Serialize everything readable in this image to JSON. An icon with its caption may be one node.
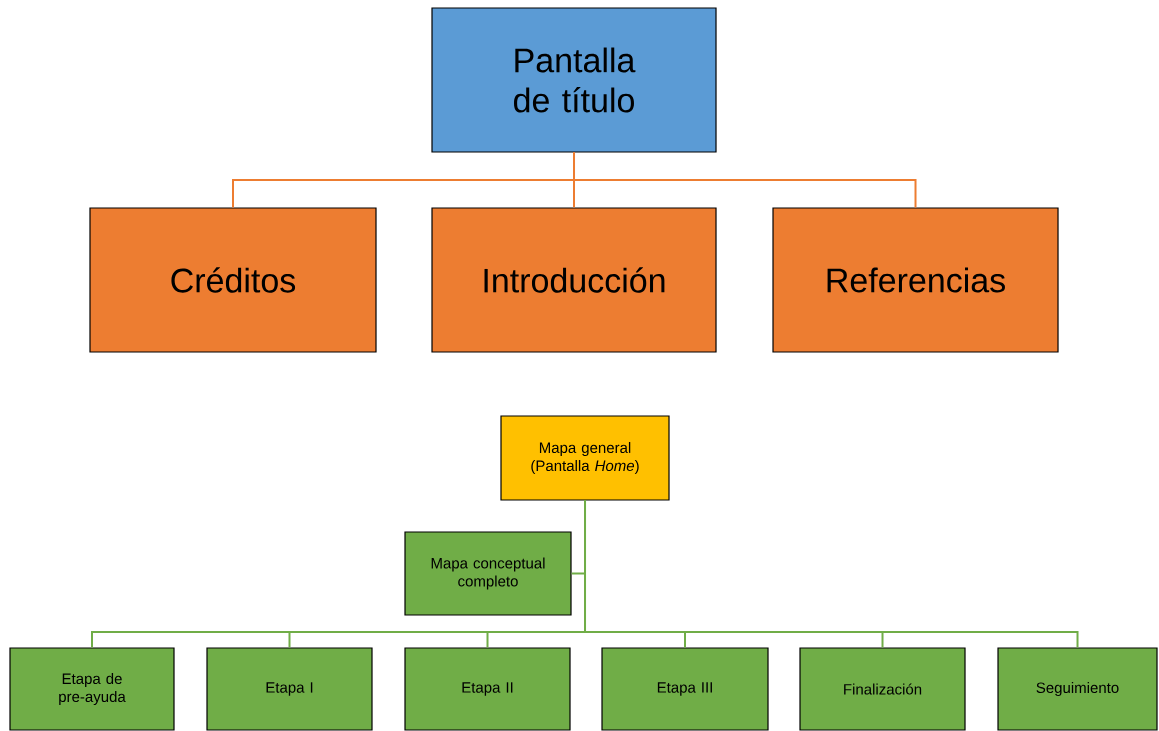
{
  "diagram": {
    "nodes": [
      {
        "text": [
          "Pantalla de título"
        ]
      },
      {
        "text": [
          "Créditos"
        ]
      },
      {
        "text": [
          "Introducción"
        ]
      },
      {
        "text": [
          "Referencias"
        ]
      },
      {
        "text": [
          "Mapa general (Pantalla *Home*)"
        ]
      },
      {
        "text": [
          "Mapa conceptual completo"
        ]
      },
      {
        "text": [
          "Etapa de pre-ayuda"
        ]
      },
      {
        "text": [
          "Etapa I"
        ]
      },
      {
        "text": [
          "Etapa II"
        ]
      },
      {
        "text": [
          "Etapa III"
        ]
      },
      {
        "text": [
          "Finalización"
        ]
      },
      {
        "text": [
          "Seguimiento"
        ]
      }
    ],
    "edges": [
      {
        "from": 0,
        "to": 1,
        "arrow": "none",
        "color": "#ed7d31"
      },
      {
        "from": 0,
        "to": 2,
        "arrow": "none",
        "color": "#ed7d31"
      },
      {
        "from": 0,
        "to": 3,
        "arrow": "none",
        "color": "#ed7d31"
      },
      {
        "from": 4,
        "to": 5,
        "arrow": "none"
      },
      {
        "from": 4,
        "to": 6,
        "arrow": "none"
      },
      {
        "from": 4,
        "to": 7,
        "arrow": "none"
      },
      {
        "from": 4,
        "to": 8,
        "arrow": "none"
      },
      {
        "from": 4,
        "to": 9,
        "arrow": "none"
      },
      {
        "from": 4,
        "to": 10,
        "arrow": "none"
      },
      {
        "from": 4,
        "to": 11,
        "arrow": "none"
      }
    ]
  }
}
